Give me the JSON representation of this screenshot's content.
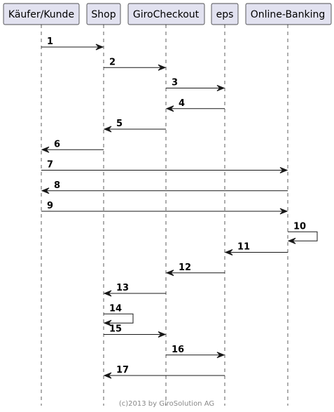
{
  "participants": [
    {
      "id": "kunde",
      "label": "Käufer/Kunde"
    },
    {
      "id": "shop",
      "label": "Shop"
    },
    {
      "id": "giro",
      "label": "GiroCheckout"
    },
    {
      "id": "eps",
      "label": "eps"
    },
    {
      "id": "bank",
      "label": "Online-Banking"
    }
  ],
  "messages": [
    {
      "label": "1",
      "from": "kunde",
      "to": "shop"
    },
    {
      "label": "2",
      "from": "shop",
      "to": "giro"
    },
    {
      "label": "3",
      "from": "giro",
      "to": "eps"
    },
    {
      "label": "4",
      "from": "eps",
      "to": "giro"
    },
    {
      "label": "5",
      "from": "giro",
      "to": "shop"
    },
    {
      "label": "6",
      "from": "shop",
      "to": "kunde"
    },
    {
      "label": "7",
      "from": "kunde",
      "to": "bank"
    },
    {
      "label": "8",
      "from": "bank",
      "to": "kunde"
    },
    {
      "label": "9",
      "from": "kunde",
      "to": "bank"
    },
    {
      "label": "10",
      "from": "bank",
      "to": "bank"
    },
    {
      "label": "11",
      "from": "bank",
      "to": "eps"
    },
    {
      "label": "12",
      "from": "eps",
      "to": "giro"
    },
    {
      "label": "13",
      "from": "giro",
      "to": "shop"
    },
    {
      "label": "14",
      "from": "shop",
      "to": "shop"
    },
    {
      "label": "15",
      "from": "shop",
      "to": "giro"
    },
    {
      "label": "16",
      "from": "giro",
      "to": "eps"
    },
    {
      "label": "17",
      "from": "eps",
      "to": "shop"
    }
  ],
  "footer": "(c)2013 by GiroSolution AG"
}
